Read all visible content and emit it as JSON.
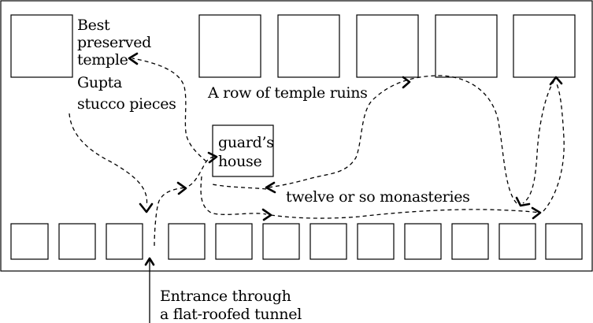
{
  "labels": {
    "best_preserved": [
      "Best",
      "preserved",
      "temple"
    ],
    "gupta_stucco": [
      "Gupta",
      "stucco pieces"
    ],
    "temple_row": "A row of temple ruins",
    "guards_house": [
      "guard’s",
      "house"
    ],
    "monasteries": "twelve or so monasteries",
    "entrance": [
      "Entrance through",
      "a flat-roofed tunnel"
    ]
  },
  "colors": {
    "ink": "#000000",
    "background": "#ffffff"
  }
}
